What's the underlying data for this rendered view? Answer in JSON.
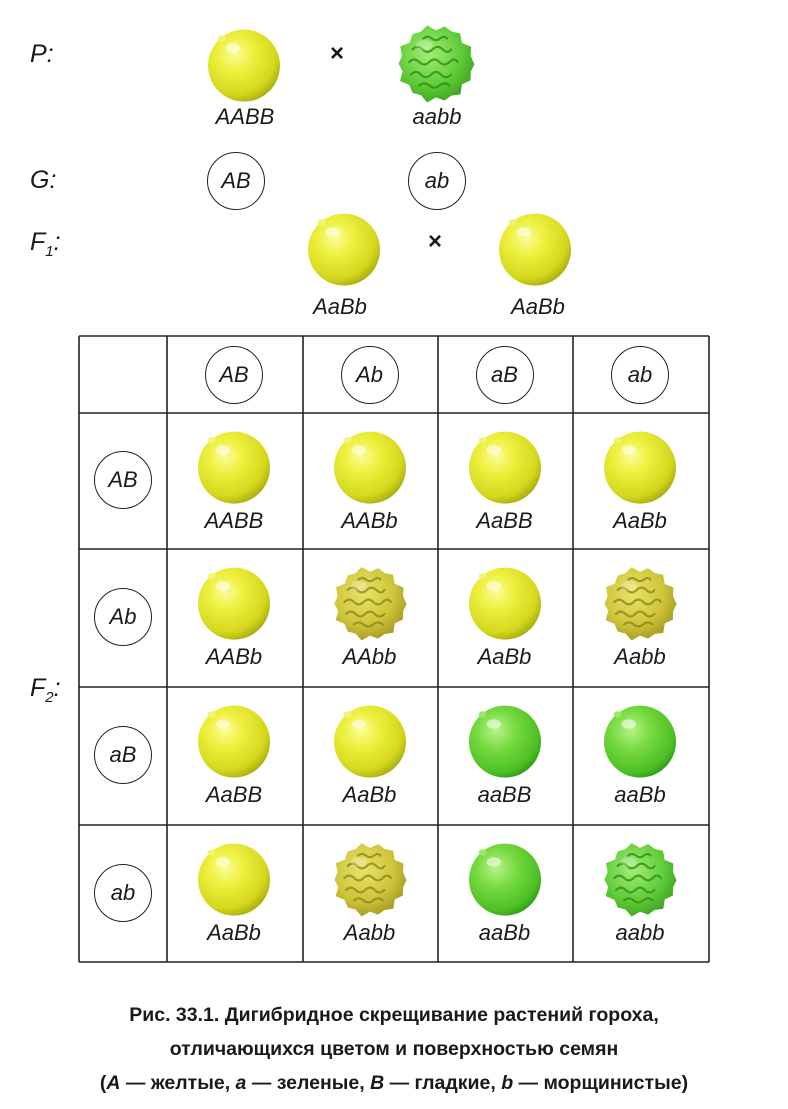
{
  "labels": {
    "p": "P:",
    "g": "G:",
    "f1": "F",
    "f1_sub": "1",
    "f2": "F",
    "f2_sub": "2",
    "colon": ":"
  },
  "parents": {
    "left": {
      "genotype": "AABB",
      "color": "yellow",
      "surface": "smooth"
    },
    "right": {
      "genotype": "aabb",
      "color": "green",
      "surface": "wrinkled"
    },
    "cross_symbol": "×"
  },
  "gametes": {
    "left": "AB",
    "right": "ab"
  },
  "f1": {
    "left": {
      "genotype": "AaBb",
      "color": "yellow",
      "surface": "smooth"
    },
    "right": {
      "genotype": "AaBb",
      "color": "yellow",
      "surface": "smooth"
    },
    "cross_symbol": "×"
  },
  "punnett": {
    "col_gametes": [
      "AB",
      "Ab",
      "aB",
      "ab"
    ],
    "row_gametes": [
      "AB",
      "Ab",
      "aB",
      "ab"
    ],
    "cells": [
      [
        {
          "g": "AABB",
          "c": "yellow",
          "s": "smooth"
        },
        {
          "g": "AABb",
          "c": "yellow",
          "s": "smooth"
        },
        {
          "g": "AaBB",
          "c": "yellow",
          "s": "smooth"
        },
        {
          "g": "AaBb",
          "c": "yellow",
          "s": "smooth"
        }
      ],
      [
        {
          "g": "AABb",
          "c": "yellow",
          "s": "smooth"
        },
        {
          "g": "AAbb",
          "c": "yellow",
          "s": "wrinkled"
        },
        {
          "g": "AaBb",
          "c": "yellow",
          "s": "smooth"
        },
        {
          "g": "Aabb",
          "c": "yellow",
          "s": "wrinkled"
        }
      ],
      [
        {
          "g": "AaBB",
          "c": "yellow",
          "s": "smooth"
        },
        {
          "g": "AaBb",
          "c": "yellow",
          "s": "smooth"
        },
        {
          "g": "aaBB",
          "c": "green",
          "s": "smooth"
        },
        {
          "g": "aaBb",
          "c": "green",
          "s": "smooth"
        }
      ],
      [
        {
          "g": "AaBb",
          "c": "yellow",
          "s": "smooth"
        },
        {
          "g": "Aabb",
          "c": "yellow",
          "s": "wrinkled"
        },
        {
          "g": "aaBb",
          "c": "green",
          "s": "smooth"
        },
        {
          "g": "aabb",
          "c": "green",
          "s": "wrinkled"
        }
      ]
    ]
  },
  "caption": {
    "line1": "Рис. 33.1. Дигибридное скрещивание растений гороха,",
    "line2": "отличающихся цветом и поверхностью семян",
    "line3_parts": [
      {
        "t": "(",
        "i": false
      },
      {
        "t": "A",
        "i": true
      },
      {
        "t": " — желтые, ",
        "i": false
      },
      {
        "t": "a",
        "i": true
      },
      {
        "t": " — зеленые, ",
        "i": false
      },
      {
        "t": "B",
        "i": true
      },
      {
        "t": " — гладкие, ",
        "i": false
      },
      {
        "t": "b",
        "i": true
      },
      {
        "t": " — морщинистые)",
        "i": false
      }
    ]
  },
  "colors": {
    "yellow_fill": "#e3e62a",
    "yellow_dark": "#b9bd14",
    "yellow_wrinkled": "#c9c332",
    "green_fill": "#6fd63c",
    "green_dark": "#3fae20",
    "green_wrinkled": "#5cc93a",
    "line": "#222222"
  }
}
